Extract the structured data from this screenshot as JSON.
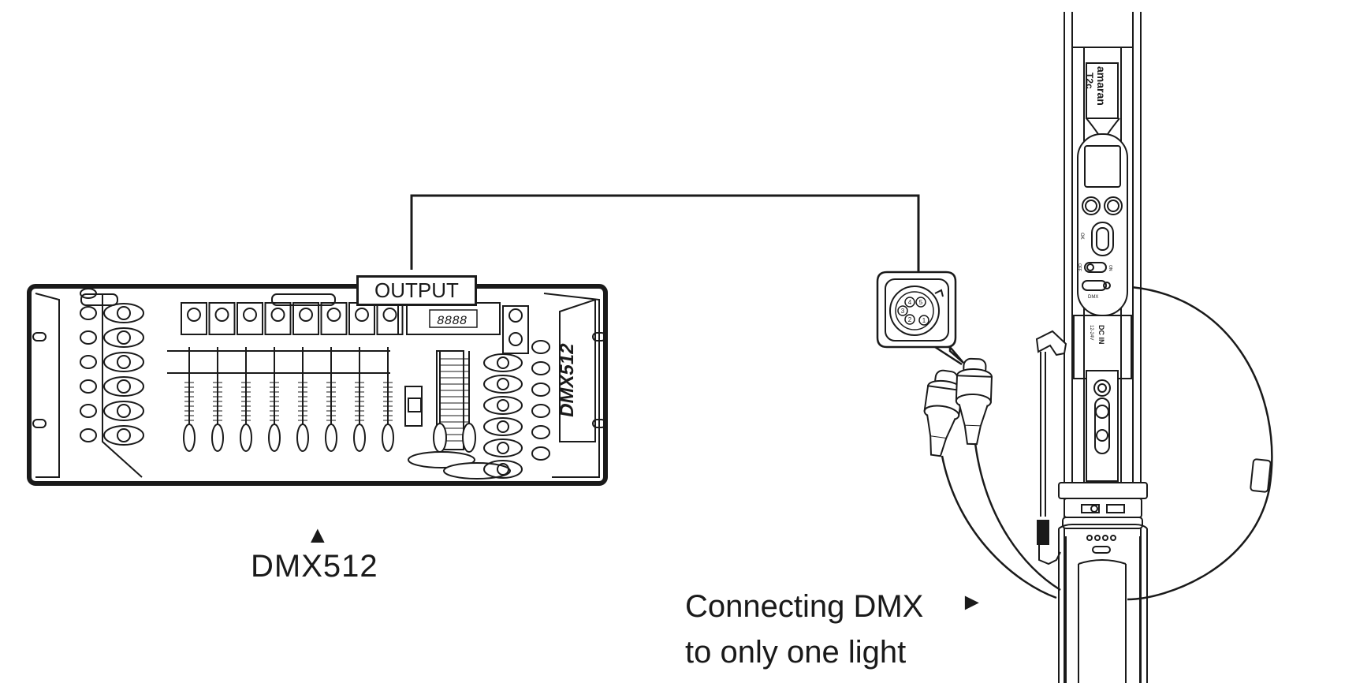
{
  "labels": {
    "output": "OUTPUT",
    "console_model": "DMX512",
    "console_caption": "DMX512",
    "connect_line1": "Connecting DMX",
    "connect_line2": "to only one light",
    "up_arrow": "▲",
    "right_arrow": "►"
  },
  "console": {
    "display_text": "8888",
    "fader_count": 8
  },
  "xlr_pins": [
    "1",
    "2",
    "3",
    "4",
    "5"
  ],
  "fixture": {
    "brand_line1": "amaran",
    "brand_line2": "T2c",
    "button_ok": "OK",
    "switch_on": "ON",
    "switch_off": "OFF",
    "port_dmx": "DMX",
    "dc_in_line1": "DC IN",
    "dc_in_line2": "12-24V"
  },
  "icons": [
    "dmx-console-icon",
    "xlr-connector-icon",
    "led-tube-light-icon"
  ]
}
